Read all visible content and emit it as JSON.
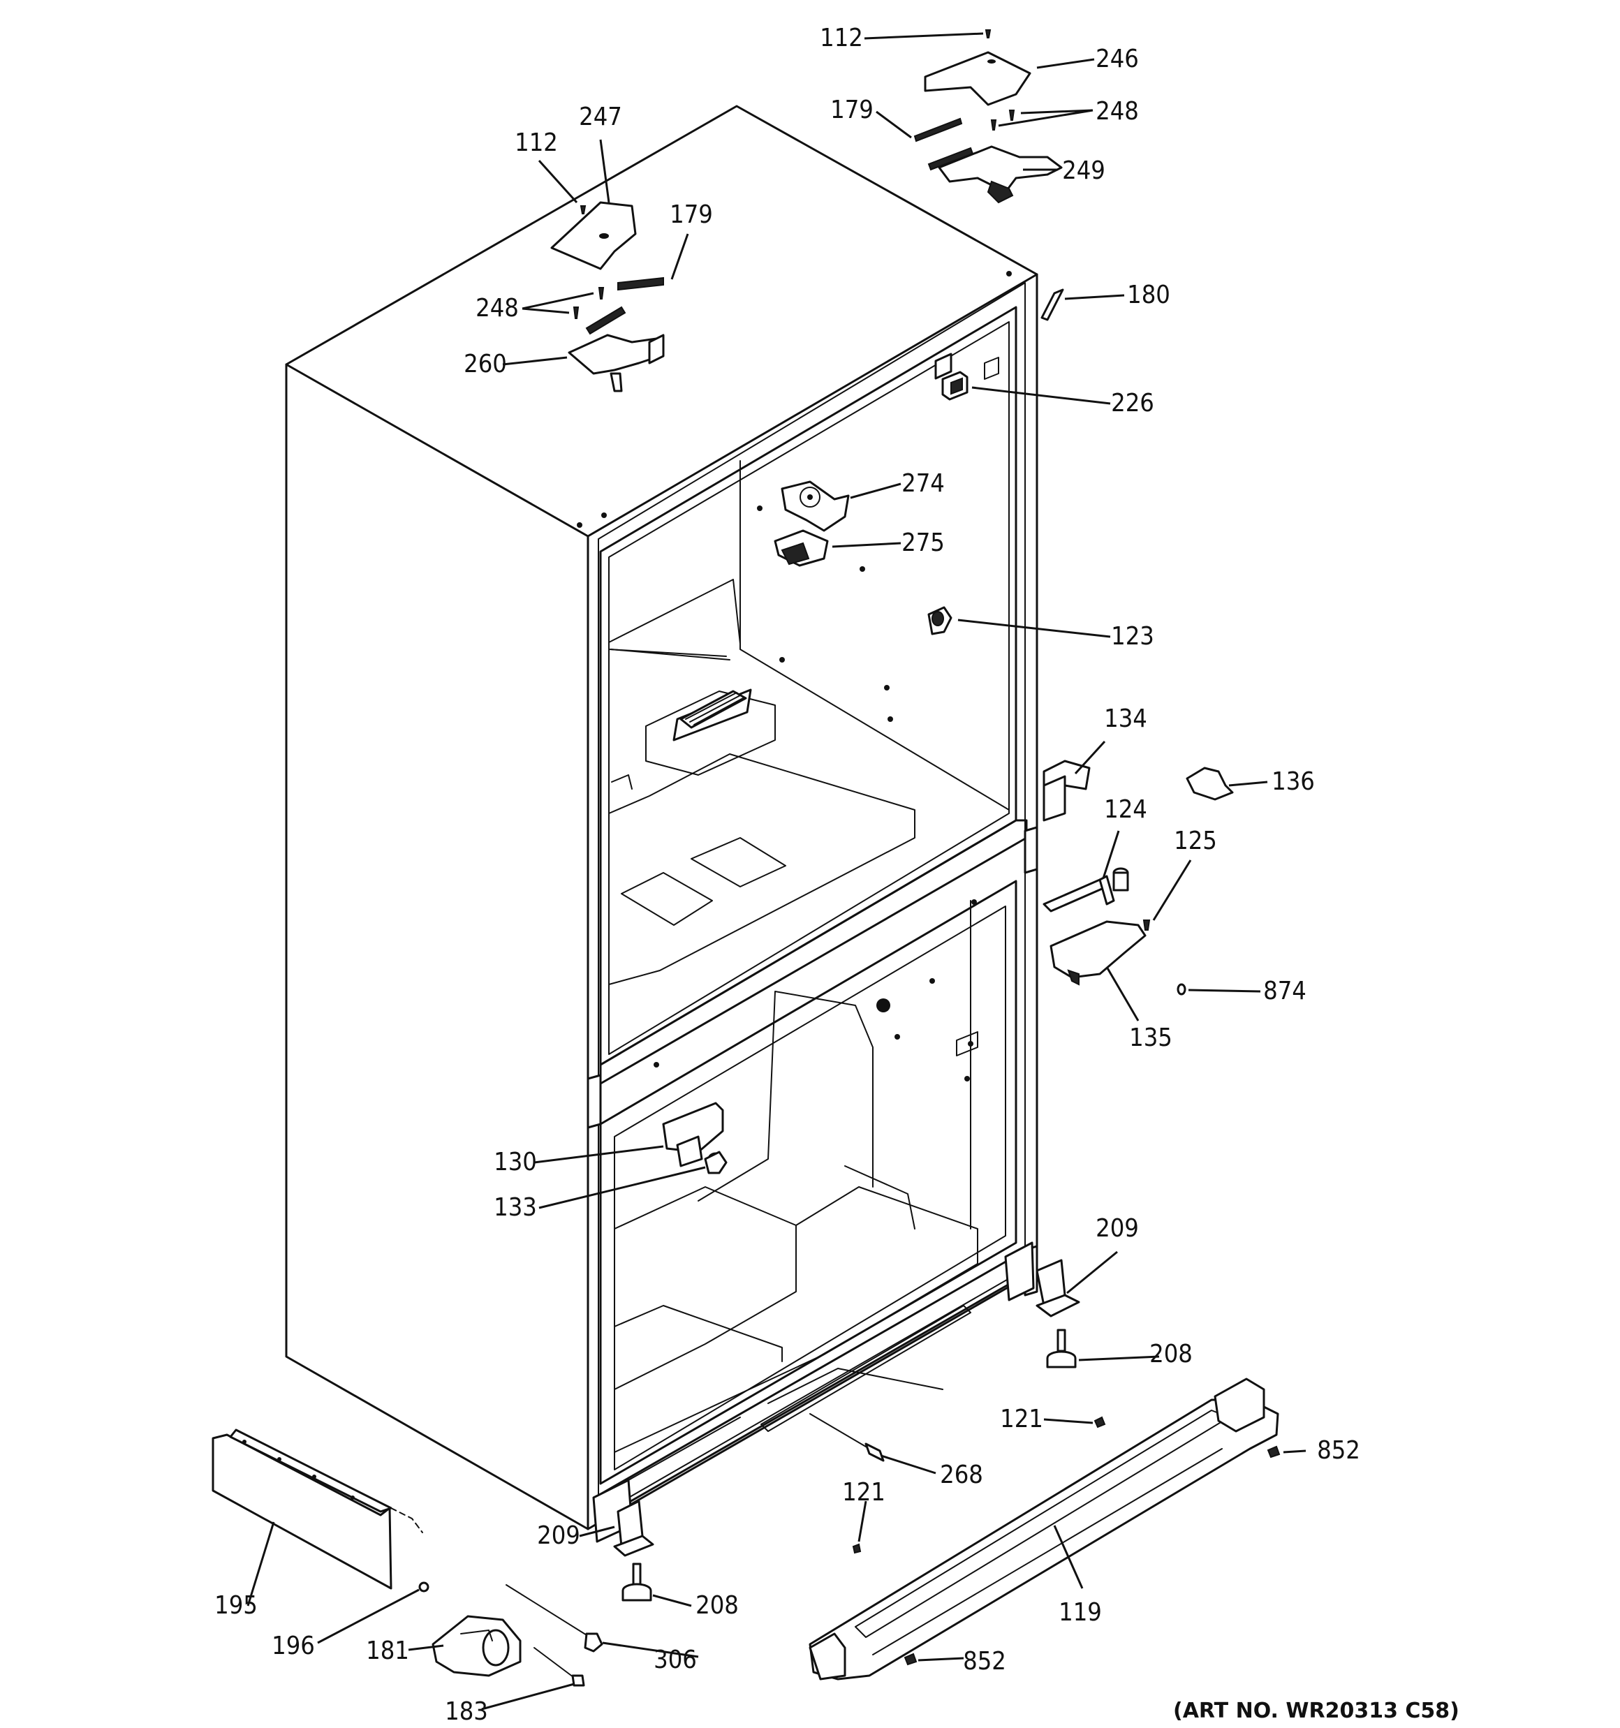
{
  "diagram": {
    "art_number": "(ART NO. WR20313 C58)",
    "callouts": [
      {
        "id": "112",
        "label": "112"
      },
      {
        "id": "246",
        "label": "246"
      },
      {
        "id": "179",
        "label": "179"
      },
      {
        "id": "248",
        "label": "248"
      },
      {
        "id": "249",
        "label": "249"
      },
      {
        "id": "247",
        "label": "247"
      },
      {
        "id": "260",
        "label": "260"
      },
      {
        "id": "180",
        "label": "180"
      },
      {
        "id": "226",
        "label": "226"
      },
      {
        "id": "274",
        "label": "274"
      },
      {
        "id": "275",
        "label": "275"
      },
      {
        "id": "123",
        "label": "123"
      },
      {
        "id": "134",
        "label": "134"
      },
      {
        "id": "136",
        "label": "136"
      },
      {
        "id": "124",
        "label": "124"
      },
      {
        "id": "125",
        "label": "125"
      },
      {
        "id": "874",
        "label": "874"
      },
      {
        "id": "135",
        "label": "135"
      },
      {
        "id": "130",
        "label": "130"
      },
      {
        "id": "133",
        "label": "133"
      },
      {
        "id": "209",
        "label": "209"
      },
      {
        "id": "208",
        "label": "208"
      },
      {
        "id": "121",
        "label": "121"
      },
      {
        "id": "852",
        "label": "852"
      },
      {
        "id": "268",
        "label": "268"
      },
      {
        "id": "119",
        "label": "119"
      },
      {
        "id": "195",
        "label": "195"
      },
      {
        "id": "196",
        "label": "196"
      },
      {
        "id": "181",
        "label": "181"
      },
      {
        "id": "306",
        "label": "306"
      },
      {
        "id": "183",
        "label": "183"
      }
    ]
  }
}
